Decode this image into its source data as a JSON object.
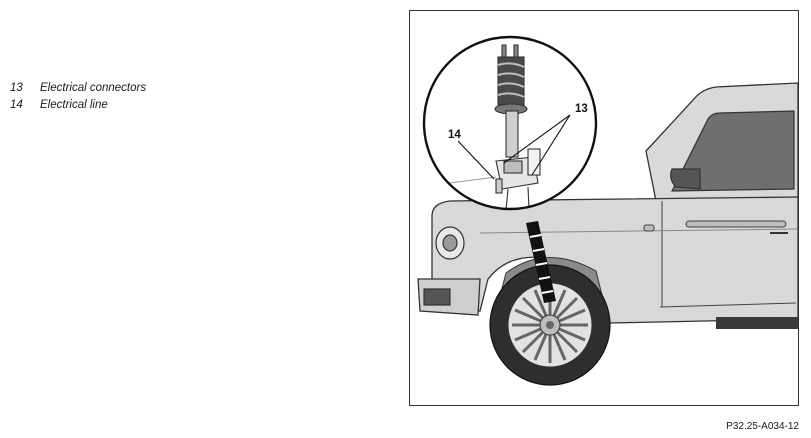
{
  "legend": {
    "items": [
      {
        "number": "13",
        "label": "Electrical connectors"
      },
      {
        "number": "14",
        "label": "Electrical line"
      }
    ]
  },
  "figure": {
    "callouts": {
      "connectors": "13",
      "line": "14"
    },
    "figure_id": "P32.25-A034-12",
    "colors": {
      "body": "#d9d9d9",
      "tire": "#2e2e2e",
      "outline": "#333333",
      "frame": "#333333"
    }
  }
}
